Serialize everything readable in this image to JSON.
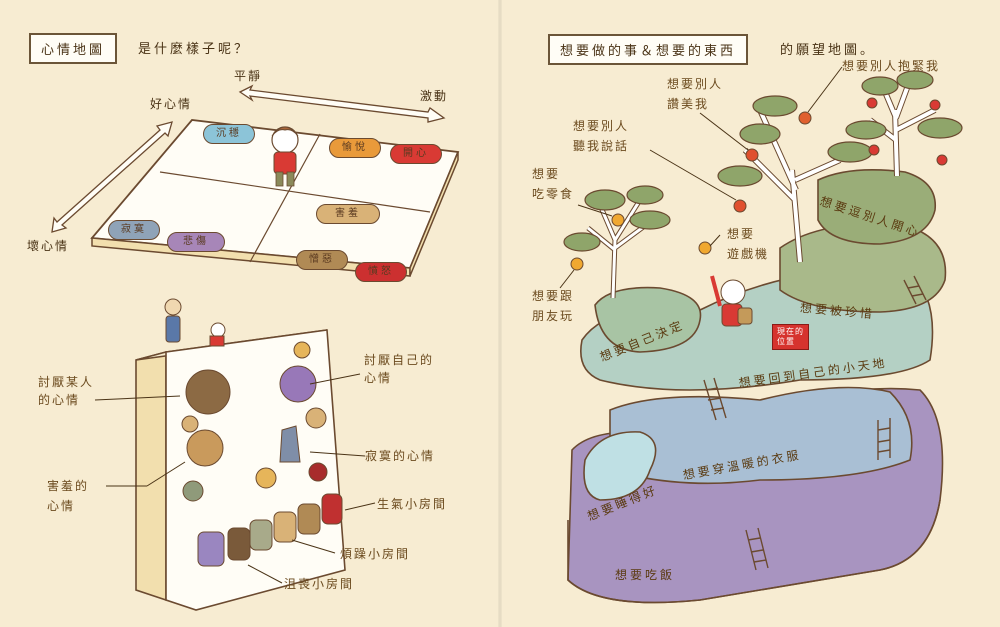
{
  "left_page": {
    "title_box": "心情地圖",
    "title_after": "是什麼樣子呢？",
    "axes": {
      "calm": "平靜",
      "excited": "激動",
      "good_mood": "好心情",
      "bad_mood": "壞心情"
    },
    "quadrant_pills": [
      {
        "label": "沉穩",
        "color": "#8cc4d8"
      },
      {
        "label": "愉悅",
        "color": "#e99a3a"
      },
      {
        "label": "開心",
        "color": "#d93a34"
      },
      {
        "label": "害羞",
        "color": "#d9b277"
      },
      {
        "label": "寂寞",
        "color": "#8fa3b8"
      },
      {
        "label": "悲傷",
        "color": "#a786b8"
      },
      {
        "label": "憎惡",
        "color": "#b08a55"
      },
      {
        "label": "憤怒",
        "color": "#cc3030"
      }
    ],
    "wall_labels": {
      "hate_someone": [
        "討厭某人",
        "的心情"
      ],
      "hate_self": [
        "討厭自己的",
        "心情"
      ],
      "lonely": "寂寞的心情",
      "shy": [
        "害羞的",
        "心情"
      ],
      "angry_room": "生氣小房間",
      "irritated_room": "煩躁小房間",
      "depressed_room": "沮喪小房間"
    }
  },
  "right_page": {
    "title_box": "想要做的事＆想要的東西",
    "title_after": "的願望地圖。",
    "fruit_labels": {
      "hug": "想要別人抱緊我",
      "praise": [
        "想要別人",
        "讚美我"
      ],
      "listen": [
        "想要別人",
        "聽我說話"
      ],
      "snack": [
        "想要",
        "吃零食"
      ],
      "game": [
        "想要",
        "遊戲機"
      ],
      "friends": [
        "想要跟",
        "朋友玩"
      ]
    },
    "tiers": [
      {
        "label": "想要逗別人開心",
        "color": "#9aad78"
      },
      {
        "label": "想要被珍惜",
        "color": "#a9b98a"
      },
      {
        "label": "想要自己決定",
        "color": "#a8c4a4"
      },
      {
        "label": "想要回到自己的小天地",
        "color": "#b4d0c4"
      },
      {
        "label": "想要穿溫暖的衣服",
        "color": "#a9bfd4"
      },
      {
        "label": "想要睡得好",
        "color": "#bfe0e4"
      },
      {
        "label": "想要吃飯",
        "color": "#a894c0"
      }
    ],
    "position_marker": [
      "現在的",
      "位置"
    ]
  },
  "colors": {
    "background": "#f7ecd2",
    "line": "#6b4a30",
    "text": "#6b4a1e",
    "tree_leaf": "#8fa56a",
    "apple_red": "#d93a34",
    "orange": "#f0a830"
  }
}
